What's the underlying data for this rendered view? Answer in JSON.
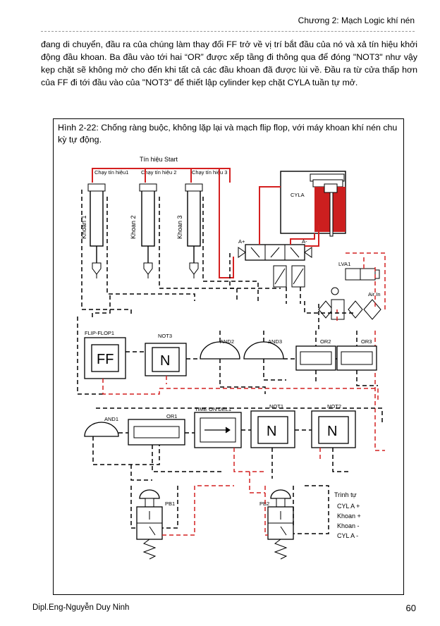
{
  "header": {
    "chapter": "Chương 2: Mạch Logic khí nén"
  },
  "body_text": "đang di chuyển, đầu ra của chúng làm thay đổi FF trở về vị trí bắt đầu của nó và xả tín hiệu khởi động đầu khoan. Ba đầu vào tới hai “OR” được xếp tầng đi thông qua để đóng \"NOT3\" như vậy kẹp chặt sẽ không mở cho đến khi tất cả các đầu khoan đã được lùi về. Đầu ra từ cửa thấp hơn của FF đi tới đầu vào của \"NOT3\" để thiết lập cylinder kẹp chặt CYLA tuần tự mở.",
  "figure": {
    "caption": "Hình 2-22: Chống ràng buộc, không lặp lại và mạch flip flop, với máy khoan khí nén chu kỳ tự động.",
    "labels": {
      "start_signal": "Tín hiệu Start",
      "signal1": "Chạy tín hiệu1",
      "signal2": "Chạy tín hiệu 2",
      "signal3": "Chạy tín hiệu 3",
      "drill1": "Khoan 1",
      "drill2": "Khoan 2",
      "drill3": "Khoan 3",
      "cyla": "CYLA",
      "lva1": "LVA1",
      "air_in": "Air In",
      "flipflop1": "FLIP-FLOP1",
      "not3": "NOT3",
      "and2": "AND2",
      "and3": "AND3",
      "or2": "OR2",
      "or3": "OR3",
      "and1": "AND1",
      "or1": "OR1",
      "timer": "TIME ON DEL1",
      "not1": "NOT1",
      "not2": "NOT2",
      "pb1": "PB1",
      "pb2": "PB2",
      "ff_symbol": "FF",
      "n_symbol": "N",
      "a_plus": "A+",
      "a_minus": "A-"
    },
    "sequence": {
      "title": "Trình tự",
      "steps": [
        "CYL A +",
        "Khoan +",
        "Khoan -",
        "CYL  A -"
      ]
    },
    "colors": {
      "active_line": "#d42020",
      "pilot_line": "#000000",
      "cylinder_fill": "#cc1f1f"
    }
  },
  "footer": {
    "author": "Dipl.Eng-Nguyễn Duy Ninh",
    "page": "60"
  }
}
